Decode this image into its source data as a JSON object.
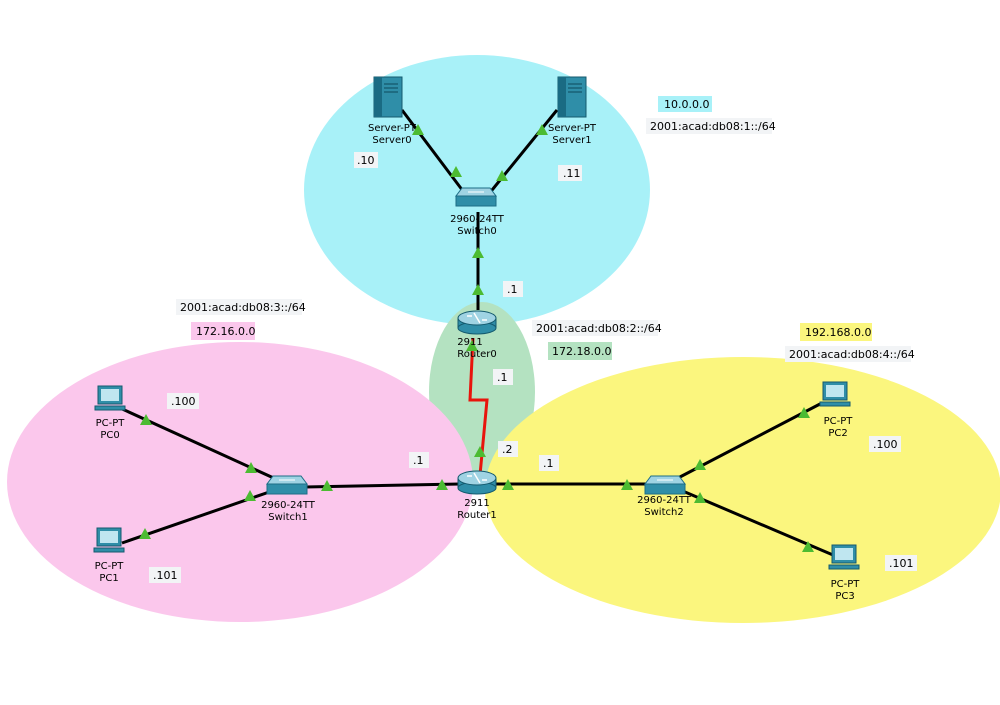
{
  "zones": [
    {
      "name": "server-zone",
      "color": "#a8f1f8"
    },
    {
      "name": "pink-zone",
      "color": "#fbc7ec"
    },
    {
      "name": "yellow-zone",
      "color": "#fbf67e"
    },
    {
      "name": "link-zone",
      "color": "#b4e2c1"
    }
  ],
  "devices": {
    "server0": {
      "type": "Server-PT",
      "name": "Server0"
    },
    "server1": {
      "type": "Server-PT",
      "name": "Server1"
    },
    "switch0": {
      "type": "2960-24TT",
      "name": "Switch0"
    },
    "router0": {
      "type": "2911",
      "name": "Router0"
    },
    "router1": {
      "type": "2911",
      "name": "Router1"
    },
    "switch1": {
      "type": "2960-24TT",
      "name": "Switch1"
    },
    "switch2": {
      "type": "2960-24TT",
      "name": "Switch2"
    },
    "pc0": {
      "type": "PC-PT",
      "name": "PC0"
    },
    "pc1": {
      "type": "PC-PT",
      "name": "PC1"
    },
    "pc2": {
      "type": "PC-PT",
      "name": "PC2"
    },
    "pc3": {
      "type": "PC-PT",
      "name": "PC3"
    }
  },
  "notes": {
    "net_server_v4": "10.0.0.0",
    "net_server_v6": "2001:acad:db08:1::/64",
    "server0_host": ".10",
    "server1_host": ".11",
    "router0_up": ".1",
    "net_left_v6": "2001:acad:db08:3::/64",
    "net_left_v4": "172.16.0.0",
    "net_link_v6": "2001:acad:db08:2::/64",
    "net_link_v4": "172.18.0.0",
    "router0_serial": ".1",
    "router1_serial": ".2",
    "router1_left": ".1",
    "router1_right": ".1",
    "pc0_host": ".100",
    "pc1_host": ".101",
    "net_right_v4": "192.168.0.0",
    "net_right_v6": "2001:acad:db08:4::/64",
    "pc2_host": ".100",
    "pc3_host": ".101"
  },
  "colors": {
    "net_server_v4_bg": "#a8f1f8",
    "net_left_v4_bg": "#fbc7ec",
    "net_link_v4_bg": "#b4e2c1",
    "net_right_v4_bg": "#fbf67e",
    "serial_link": "#e8140c",
    "ethernet_link": "#000000",
    "port_indicator": "#4cbb32"
  }
}
